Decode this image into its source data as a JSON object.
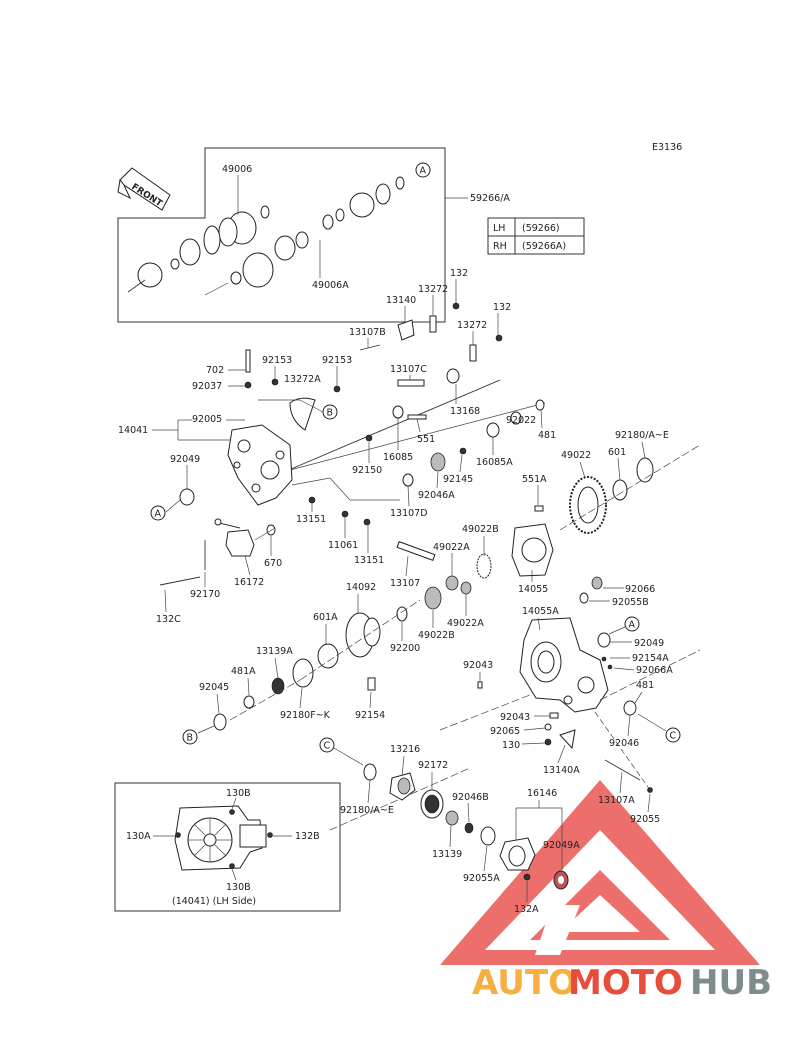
{
  "diagram": {
    "code": "E3136",
    "front_label": "FRONT",
    "callouts": [
      "A",
      "B",
      "C"
    ],
    "table": {
      "rows": [
        {
          "side": "LH",
          "part": "(59266)"
        },
        {
          "side": "RH",
          "part": "(59266A)"
        }
      ]
    },
    "parts": {
      "p49006": "49006",
      "p49006A": "49006A",
      "p59266A": "59266/A",
      "p132a": "132",
      "p132b": "132",
      "p13272a": "13272",
      "p13272b": "13272",
      "p13140": "13140",
      "p13107B": "13107B",
      "p702": "702",
      "p92153a": "92153",
      "p92153b": "92153",
      "p92037": "92037",
      "p13272A": "13272A",
      "p13107C": "13107C",
      "p13168": "13168",
      "p14041": "14041",
      "p92005": "92005",
      "p551": "551",
      "p92022": "92022",
      "p481a": "481",
      "p92049a": "92049",
      "p92150": "92150",
      "p16085": "16085",
      "p16085A": "16085A",
      "p92145": "92145",
      "p49022": "49022",
      "p601": "601",
      "p92180AE": "92180/A~E",
      "p92046A": "92046A",
      "p551A": "551A",
      "p13107D": "13107D",
      "p13151a": "13151",
      "p11061": "11061",
      "p13151b": "13151",
      "p670": "670",
      "p49022B": "49022B",
      "p49022A": "49022A",
      "p16172": "16172",
      "p92170": "92170",
      "p132C": "132C",
      "p13107": "13107",
      "p14055": "14055",
      "p92066": "92066",
      "p92055B": "92055B",
      "p14092": "14092",
      "p14055A": "14055A",
      "p601A": "601A",
      "p92200": "92200",
      "p49022Bb": "49022B",
      "p49022Ab": "49022A",
      "p92049b": "92049",
      "p13139A": "13139A",
      "p92154A": "92154A",
      "p481A": "481A",
      "p92066A": "92066A",
      "p92043a": "92043",
      "p481b": "481",
      "p92045": "92045",
      "p92180FK": "92180F~K",
      "p92154": "92154",
      "p92043b": "92043",
      "p92065": "92065",
      "p130": "130",
      "p92046": "92046",
      "p13140A": "13140A",
      "p13216": "13216",
      "p92172": "92172",
      "p16146": "16146",
      "p92180AE2": "92180/A~E",
      "p92046B": "92046B",
      "p13107A": "13107A",
      "p92055": "92055",
      "p13139": "13139",
      "p92049A": "92049A",
      "p92055A": "92055A",
      "p132A": "132A"
    },
    "inset": {
      "caption": "(14041)  (LH Side)",
      "p130B_top": "130B",
      "p130B_bottom": "130B",
      "p130A": "130A",
      "p132B": "132B"
    }
  },
  "watermark": {
    "part1": "AUTO",
    "part2": "MOTO",
    "part3": "HUB",
    "color1": "#f5b041",
    "color2": "#e74c3c",
    "color3": "#7f8c8d",
    "logo_color": "#e8403a"
  }
}
